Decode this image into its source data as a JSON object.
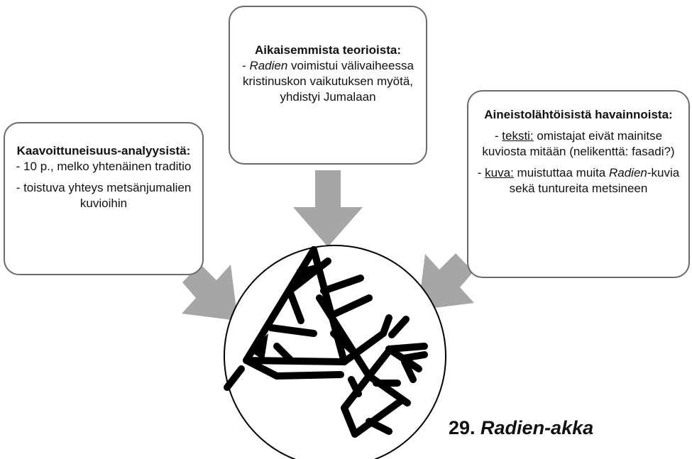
{
  "left_box": {
    "heading": "Kaavoittuneisuus-analyysistä:",
    "line1": "- 10 p., melko yhtenäinen traditio",
    "line2": "- toistuva yhteys metsänjumalien kuvioihin"
  },
  "top_box": {
    "heading": "Aikaisemmista teorioista:",
    "prefix": "- ",
    "italic": "Radien",
    "rest": " voimistui välivaiheessa kristinuskon vaikutuksen myötä, yhdistyi Jumalaan"
  },
  "right_box": {
    "heading": "Aineistolähtöisistä havainnoista:",
    "item1_prefix": "- ",
    "item1_label": "teksti:",
    "item1_text": " omistajat eivät mainitse kuviosta mitään (nelikenttä: fasadi?)",
    "item2_prefix": "- ",
    "item2_label": "kuva:",
    "item2_text": " muistuttaa muita ",
    "item2_italic": "Radien",
    "item2_text2": "-kuvia sekä tuntureita metsineen"
  },
  "caption": {
    "number": "29. ",
    "title": "Radien-akka"
  },
  "colors": {
    "arrow": "#a6a6a6",
    "border": "#6b6b6b",
    "ink": "#000000"
  }
}
